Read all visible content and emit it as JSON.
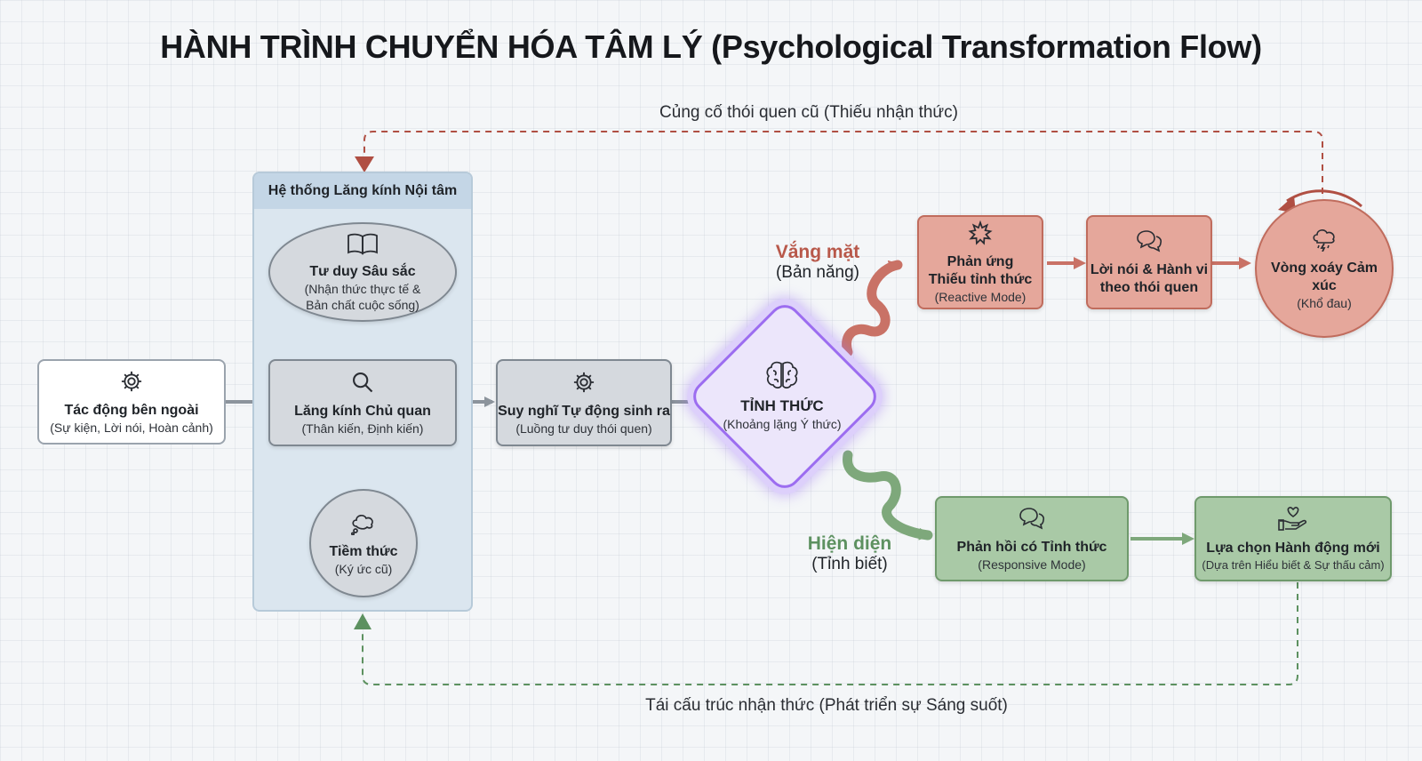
{
  "title": "HÀNH TRÌNH CHUYỂN HÓA TÂM LÝ (Psychological Transformation Flow)",
  "loops": {
    "top": "Củng cố thói quen cũ (Thiếu nhận thức)",
    "bottom": "Tái cấu trúc nhận thức (Phát triển sự Sáng suốt)"
  },
  "panel": {
    "title": "Hệ thống Lăng kính Nội tâm"
  },
  "nodes": {
    "external": {
      "title": "Tác động bên ngoài",
      "sub": "(Sự kiện, Lời nói, Hoàn cảnh)"
    },
    "deep": {
      "title": "Tư duy Sâu sắc",
      "sub1": "(Nhận thức thực tế &",
      "sub2": "Bản chất cuộc sống)"
    },
    "lens": {
      "title": "Lăng kính Chủ quan",
      "sub": "(Thân kiến, Định kiến)"
    },
    "subconscious": {
      "title": "Tiềm thức",
      "sub": "(Ký ức cũ)"
    },
    "auto": {
      "title": "Suy nghĩ Tự động sinh ra",
      "sub": "(Luồng tư duy thói quen)"
    },
    "aware": {
      "title": "TỈNH THỨC",
      "sub": "(Khoảng lặng Ý thức)"
    },
    "reactive": {
      "title1": "Phản ứng",
      "title2": "Thiếu tỉnh thức",
      "sub": "(Reactive Mode)"
    },
    "habit": {
      "title1": "Lời nói & Hành vi",
      "title2": "theo thói quen"
    },
    "spiral": {
      "title": "Vòng xoáy Cảm xúc",
      "sub": "(Khổ đau)"
    },
    "responsive": {
      "title": "Phản hồi có Tỉnh thức",
      "sub": "(Responsive Mode)"
    },
    "newaction": {
      "title": "Lựa chọn Hành động mới",
      "sub": "(Dựa trên Hiểu biết & Sự thấu cảm)"
    }
  },
  "branches": {
    "absent": {
      "title": "Vắng mặt",
      "sub": "(Bản năng)"
    },
    "present": {
      "title": "Hiện diện",
      "sub": "(Tỉnh biết)"
    }
  },
  "colors": {
    "red_path": "#c97266",
    "green_path": "#7ea87b",
    "grey_path": "#8c949c",
    "aware_purple": "#9c6df0",
    "absent_text": "#b8584a",
    "present_text": "#5d9160"
  },
  "icons": {
    "external": "gear-icon",
    "deep": "open-book-icon",
    "lens": "magnifier-icon",
    "subconscious": "thought-cloud-icon",
    "auto": "gear-icon",
    "aware": "brain-icon",
    "reactive": "burst-icon",
    "habit": "speech-bubbles-icon",
    "spiral": "storm-cloud-icon",
    "responsive": "speech-bubbles-icon",
    "newaction": "heart-hand-icon"
  }
}
